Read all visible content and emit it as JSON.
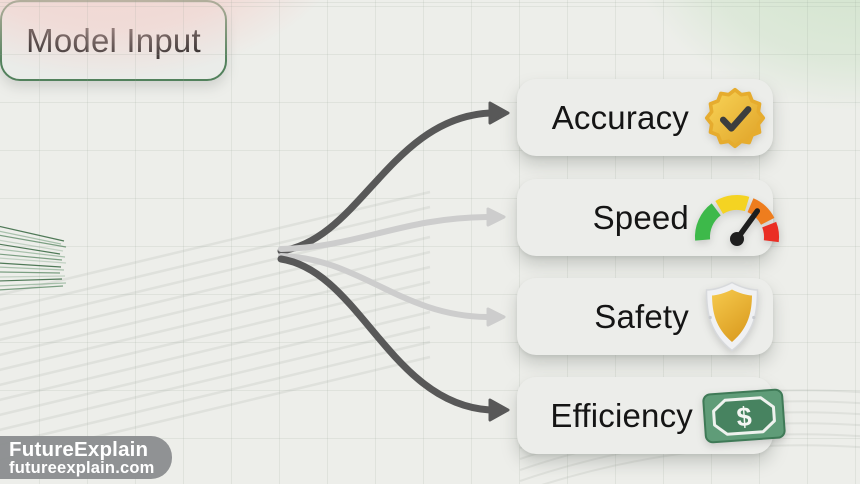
{
  "input_node": {
    "label": "Model Input"
  },
  "output_nodes": [
    {
      "label": "Accuracy",
      "icon": "verified-badge-icon"
    },
    {
      "label": "Speed",
      "icon": "speedometer-icon"
    },
    {
      "label": "Safety",
      "icon": "shield-icon"
    },
    {
      "label": "Efficiency",
      "icon": "dollar-banknote-icon",
      "icon_symbol": "$"
    }
  ],
  "connectors": [
    {
      "from": "Model Input",
      "to": "Accuracy",
      "color": "#585858",
      "weight": "strong"
    },
    {
      "from": "Model Input",
      "to": "Speed",
      "color": "#cdcdcd",
      "weight": "light"
    },
    {
      "from": "Model Input",
      "to": "Safety",
      "color": "#cdcdcd",
      "weight": "light"
    },
    {
      "from": "Model Input",
      "to": "Efficiency",
      "color": "#585858",
      "weight": "strong"
    }
  ],
  "watermark": {
    "brand": "FutureExplain",
    "domain": "futureexplain.com"
  },
  "theme": {
    "background": "#edeeea",
    "blob_top_left_pink": "#f5cec9",
    "blob_top_right_green": "#cee3c9",
    "node_fill": "#ecedea",
    "input_border_green": "#52815c",
    "text": "#151515",
    "badge_gold": "#eeb63a",
    "shield_amber": "#e9b23a",
    "money_green": "#478360",
    "gauge_green": "#3db94a",
    "gauge_yellow": "#f4d322",
    "gauge_orange": "#ee7d1e",
    "gauge_red": "#ea2e24",
    "watermark_gray": "#8a8c8e"
  }
}
